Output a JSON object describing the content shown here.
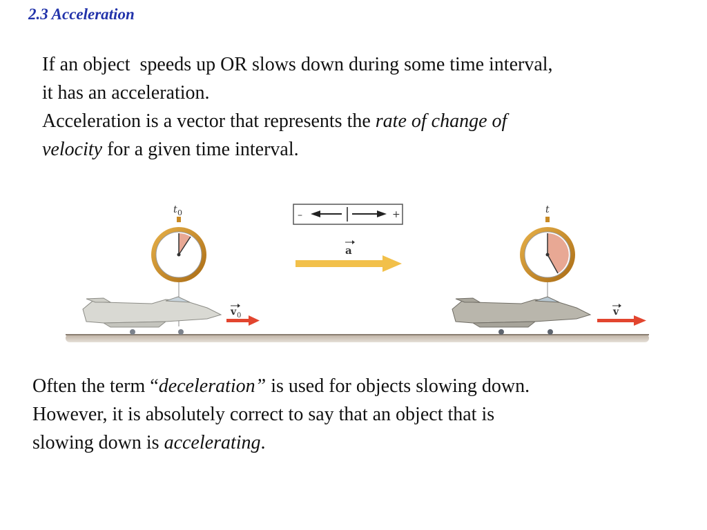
{
  "title": "2.3 Acceleration",
  "intro": {
    "line1": "If an object  speeds up OR slows down during some time interval,",
    "line2": "it has an acceleration.",
    "line3_a": "Acceleration is a vector that represents the ",
    "line3_b": "rate of change of",
    "line4_a": "velocity",
    "line4_b": " for a given time interval."
  },
  "figure": {
    "t0_label": "t",
    "t0_sub": "0",
    "t_label": "t",
    "axis_minus": "–",
    "axis_plus": "+",
    "accel_label": "a",
    "v0_label": "v",
    "v0_sub": "0",
    "v_label": "v",
    "colors": {
      "accel_arrow": "#f2c04a",
      "velocity_arrow": "#e2452f",
      "stopwatch_ring": "#c98a24",
      "elapsed_wedge": "#e8a894",
      "ground": "#9c8e80"
    }
  },
  "closing": {
    "line1_a": "Often the term “",
    "line1_b": "deceleration”",
    "line1_c": " is used for objects slowing down.",
    "line2": "However, it is absolutely correct to say that an object that is",
    "line3_a": "slowing down is ",
    "line3_b": "accelerating",
    "line3_c": "."
  }
}
